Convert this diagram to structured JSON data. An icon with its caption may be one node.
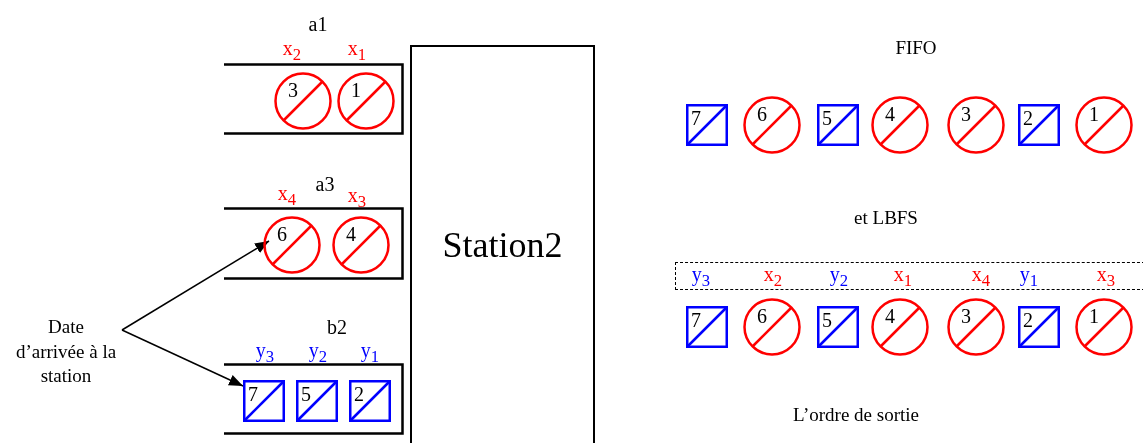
{
  "diagram": {
    "nodes": [
      {
        "text": [
          "a1"
        ]
      },
      {
        "text": [
          "3"
        ],
        "in": 0,
        "beside": [
          "x$_{2}$"
        ]
      },
      {
        "text": [
          "1"
        ],
        "in": 0,
        "beside": [
          "x$_{1}$"
        ]
      },
      {
        "text": [
          "a3"
        ]
      },
      {
        "text": [
          "6"
        ],
        "in": 3,
        "beside": [
          "x$_{4}$"
        ]
      },
      {
        "text": [
          "4"
        ],
        "in": 3,
        "beside": [
          "x$_{3}$"
        ]
      },
      {
        "text": [
          "b2"
        ]
      },
      {
        "text": [
          "7"
        ],
        "in": 6,
        "beside": [
          "y$_{3}$"
        ]
      },
      {
        "text": [
          "5"
        ],
        "in": 6,
        "beside": [
          "y$_{2}$"
        ]
      },
      {
        "text": [
          "2"
        ],
        "in": 6,
        "beside": [
          "y$_{1}$"
        ]
      },
      {
        "text": [
          "Station2"
        ]
      },
      {
        "text": [
          "Date d’arrivée à la station"
        ]
      },
      {
        "text": [
          "7"
        ]
      },
      {
        "text": [
          "6"
        ]
      },
      {
        "text": [
          "5"
        ]
      },
      {
        "text": [
          "4"
        ]
      },
      {
        "text": [
          "3"
        ]
      },
      {
        "text": [
          "2"
        ]
      },
      {
        "text": [
          "1"
        ]
      },
      {
        "text": [
          "y$_{3}$",
          "x$_{2}$",
          "y$_{2}$",
          "x$_{1}$",
          "x$_{4}$",
          "y$_{1}$",
          "x$_{3}$"
        ]
      },
      {
        "text": [
          "7"
        ]
      },
      {
        "text": [
          "6"
        ]
      },
      {
        "text": [
          "5"
        ]
      },
      {
        "text": [
          "4"
        ]
      },
      {
        "text": [
          "3"
        ]
      },
      {
        "text": [
          "2"
        ]
      },
      {
        "text": [
          "1"
        ]
      }
    ],
    "edges": [
      {
        "from": 11,
        "to": 4,
        "arrow": "to"
      },
      {
        "from": 11,
        "to": 7,
        "arrow": "to"
      }
    ],
    "labels": [
      "FIFO",
      "et LBFS",
      "L’ordre de sortie"
    ]
  }
}
